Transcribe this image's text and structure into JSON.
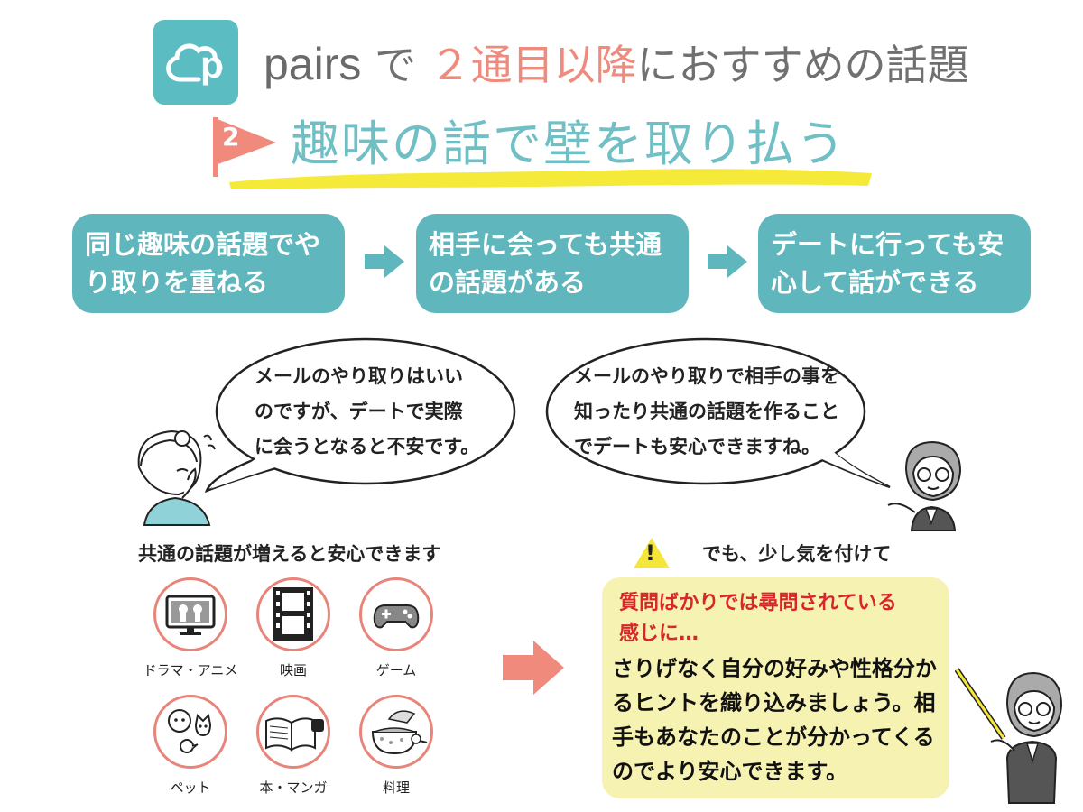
{
  "header": {
    "brand": "pairs",
    "title_mid": "で",
    "title_highlight": "２通目以降",
    "title_end": "におすすめの話題",
    "logo_letter": "p",
    "brand_color": "#5bbcc2"
  },
  "section": {
    "number": "2",
    "title": "趣味の話で壁を取り払う",
    "accent_color": "#ef8a7c",
    "title_color": "#6fbfc5"
  },
  "flow": {
    "steps": [
      {
        "line1": "同じ趣味の話題でや",
        "line2": "り取りを重ねる"
      },
      {
        "line1": "相手に会っても共通",
        "line2": "の話題がある"
      },
      {
        "line1": "デートに行っても安",
        "line2": "心して話ができる"
      }
    ],
    "box_color": "#5fb7bd"
  },
  "bubbles": {
    "left": {
      "lines": [
        "メールのやり取りはいい",
        "のですが、デートで実際",
        "に会うとなると不安です。"
      ]
    },
    "right": {
      "lines": [
        "メールのやり取りで相手の事を",
        "知ったり共通の話題を作ること",
        "でデートも安心できますね。"
      ]
    }
  },
  "topics": {
    "title": "共通の話題が増えると安心できます",
    "items": [
      {
        "label": "ドラマ・アニメ",
        "icon": "tv-icon"
      },
      {
        "label": "映画",
        "icon": "film-icon"
      },
      {
        "label": "ゲーム",
        "icon": "gamepad-icon"
      },
      {
        "label": "ペット",
        "icon": "pets-icon"
      },
      {
        "label": "本・マンガ",
        "icon": "book-icon"
      },
      {
        "label": "料理",
        "icon": "cooking-icon"
      }
    ],
    "circle_color": "#e8847a"
  },
  "warning": {
    "symbol": "!",
    "text": "でも、少し気を付けて",
    "red_lines": [
      "質問ばかりでは尋問されている",
      "感じに…"
    ],
    "body_lines": [
      "さりげなく自分の好みや性格分か",
      "るヒントを織り込みましょう。相",
      "手もあなたのことが分かってくる",
      "のでより安心できます。"
    ],
    "box_color": "#f6f2b2",
    "red_color": "#d9262b"
  }
}
